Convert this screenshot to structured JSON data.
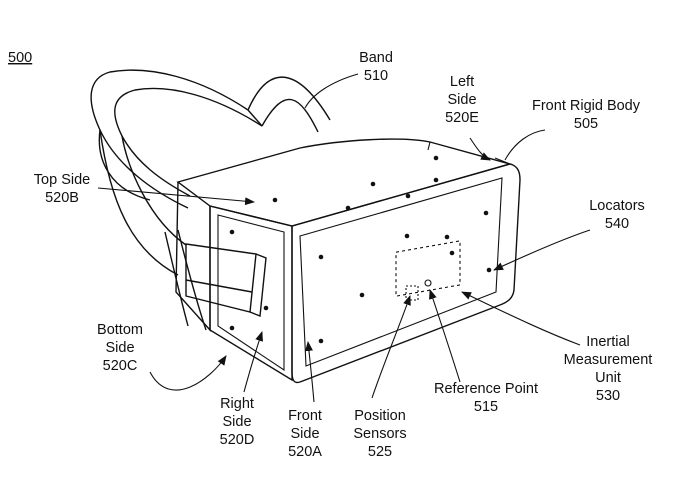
{
  "figure_number": "500",
  "labels": {
    "band": [
      "Band",
      "510"
    ],
    "left_side": [
      "Left",
      "Side",
      "520E"
    ],
    "front_rigid_body": [
      "Front Rigid Body",
      "505"
    ],
    "top_side": [
      "Top Side",
      "520B"
    ],
    "locators": [
      "Locators",
      "540"
    ],
    "bottom_side": [
      "Bottom",
      "Side",
      "520C"
    ],
    "inertial_measurement_unit": [
      "Inertial",
      "Measurement",
      "Unit",
      "530"
    ],
    "reference_point": [
      "Reference Point",
      "515"
    ],
    "right_side": [
      "Right",
      "Side",
      "520D"
    ],
    "front_side": [
      "Front",
      "Side",
      "520A"
    ],
    "position_sensors": [
      "Position",
      "Sensors",
      "525"
    ]
  }
}
